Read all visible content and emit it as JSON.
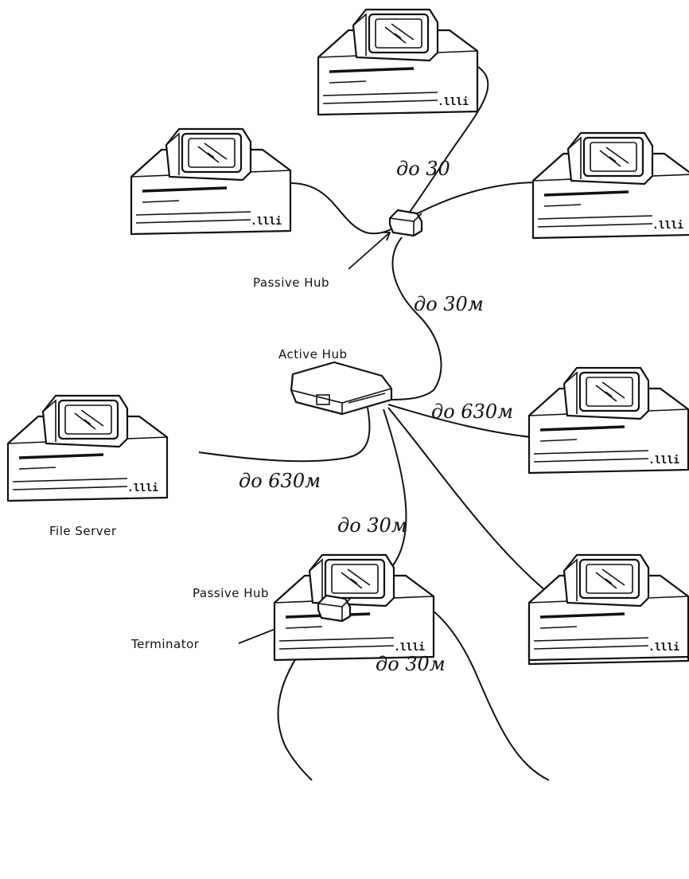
{
  "labels": {
    "passive_hub_top": "Passive Hub",
    "active_hub": "Active Hub",
    "file_server": "File Server",
    "passive_hub_bottom": "Passive Hub",
    "terminator": "Terminator"
  },
  "distances": {
    "top_pc_to_passive_hub": "до 30",
    "passive_hub_to_active_hub": "до 30м",
    "active_hub_to_right_pc": "до 630м",
    "active_hub_to_file_server": "до 630м",
    "active_hub_to_passive_hub": "до 30м",
    "passive_hub_to_bottom_right_pc": "до 30м"
  }
}
